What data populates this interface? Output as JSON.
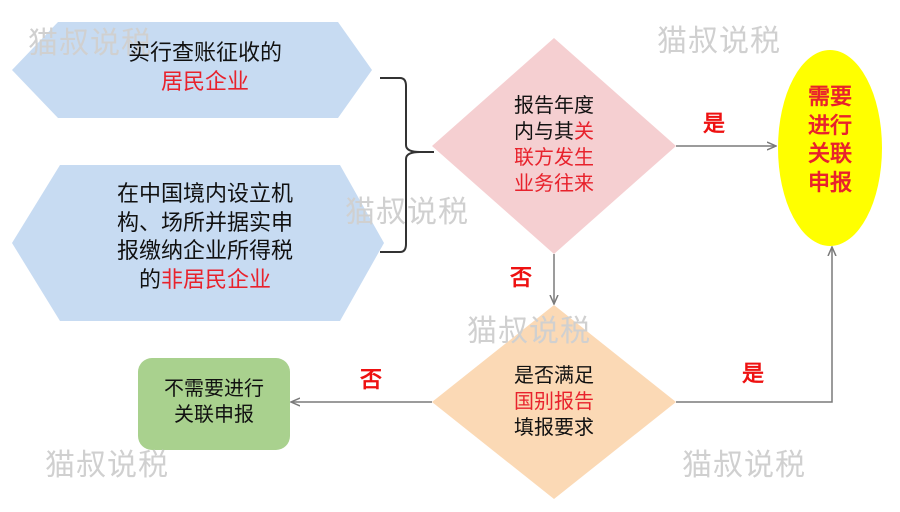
{
  "watermark": "猫叔说税",
  "hex1": {
    "line1": "实行查账征收的",
    "line2_red": "居民企业"
  },
  "hex2": {
    "line1": "在中国境内设立机",
    "line2": "构、场所并据实申",
    "line3": "报缴纳企业所得税",
    "line4_black": "的",
    "line4_red": "非居民企业"
  },
  "diamond1": {
    "line1": "报告年度",
    "line2_black": "内与其",
    "line2_red": "关",
    "line3_red": "联方发生",
    "line4_red": "业务往来"
  },
  "diamond2": {
    "line1": "是否满足",
    "line2_red": "国别报告",
    "line3": "填报要求"
  },
  "ellipse": {
    "line1": "需要",
    "line2": "进行",
    "line3": "关联",
    "line4": "申报"
  },
  "no_report": {
    "line1": "不需要进行",
    "line2": "关联申报"
  },
  "labels": {
    "yes_top": "是",
    "no_mid": "否",
    "no_left": "否",
    "yes_right": "是"
  },
  "colors": {
    "hex_fill": "#c7dbf2",
    "diamond1_fill": "#f5cfd1",
    "diamond2_fill": "#fbd9b5",
    "ellipse_fill": "#ffff00",
    "ellipse_text": "#e8222c",
    "green_fill": "#a9d18e",
    "arrow": "#7a7a7a",
    "accent_red": "#e8222c"
  }
}
